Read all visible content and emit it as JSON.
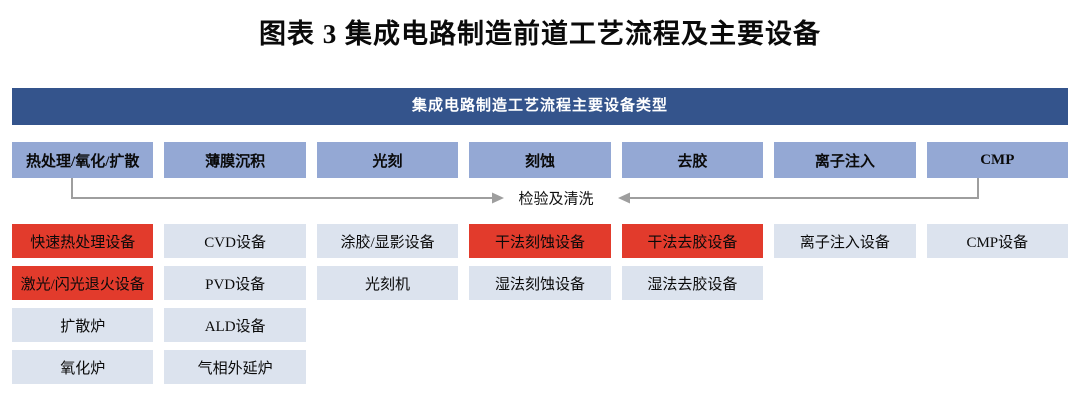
{
  "title": "图表 3  集成电路制造前道工艺流程及主要设备",
  "banner": {
    "label": "集成电路制造工艺流程主要设备类型"
  },
  "inspection": {
    "label": "检验及清洗"
  },
  "colors": {
    "banner_bg": "#34548C",
    "header_bg": "#94A8D4",
    "box_bg": "#DCE3EE",
    "highlight_bg": "#E23B2C",
    "arrow": "#9E9E9E"
  },
  "columns": [
    {
      "header": "热处理/氧化/扩散",
      "items": [
        {
          "label": "快速热处理设备",
          "highlight": true
        },
        {
          "label": "激光/闪光退火设备",
          "highlight": true
        },
        {
          "label": "扩散炉",
          "highlight": false
        },
        {
          "label": "氧化炉",
          "highlight": false
        }
      ]
    },
    {
      "header": "薄膜沉积",
      "items": [
        {
          "label": "CVD设备",
          "highlight": false
        },
        {
          "label": "PVD设备",
          "highlight": false
        },
        {
          "label": "ALD设备",
          "highlight": false
        },
        {
          "label": "气相外延炉",
          "highlight": false
        }
      ]
    },
    {
      "header": "光刻",
      "items": [
        {
          "label": "涂胶/显影设备",
          "highlight": false
        },
        {
          "label": "光刻机",
          "highlight": false
        }
      ]
    },
    {
      "header": "刻蚀",
      "items": [
        {
          "label": "干法刻蚀设备",
          "highlight": true
        },
        {
          "label": "湿法刻蚀设备",
          "highlight": false
        }
      ]
    },
    {
      "header": "去胶",
      "items": [
        {
          "label": "干法去胶设备",
          "highlight": true
        },
        {
          "label": "湿法去胶设备",
          "highlight": false
        }
      ]
    },
    {
      "header": "离子注入",
      "items": [
        {
          "label": "离子注入设备",
          "highlight": false
        }
      ]
    },
    {
      "header": "CMP",
      "items": [
        {
          "label": "CMP设备",
          "highlight": false
        }
      ]
    }
  ]
}
